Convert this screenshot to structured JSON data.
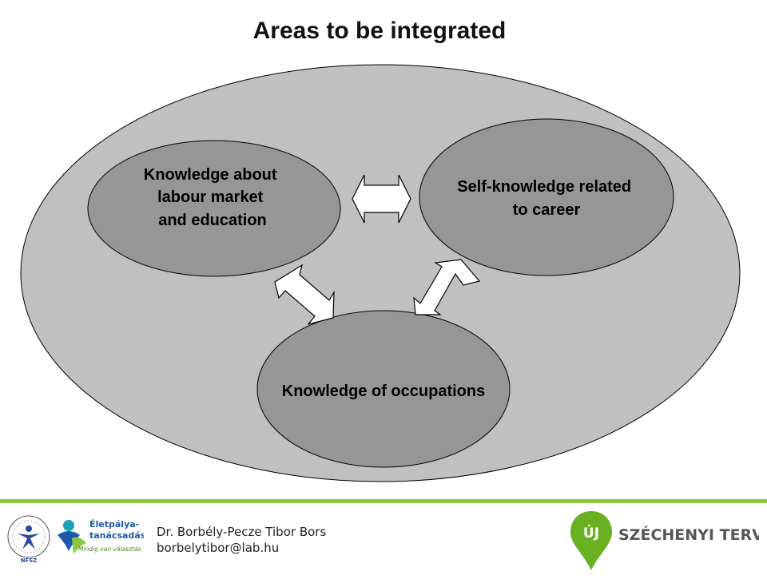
{
  "slide": {
    "title": "Areas to be integrated"
  },
  "diagram": {
    "nodes": [
      {
        "id": "labour",
        "lines": [
          "Knowledge about",
          "labour market",
          "and education"
        ]
      },
      {
        "id": "self",
        "lines": [
          "Self-knowledge related",
          "to career"
        ]
      },
      {
        "id": "occupations",
        "lines": [
          "Knowledge of occupations"
        ]
      }
    ],
    "connections": [
      {
        "from": "labour",
        "to": "self",
        "style": "double-arrow"
      },
      {
        "from": "labour",
        "to": "occupations",
        "style": "double-arrow"
      },
      {
        "from": "self",
        "to": "occupations",
        "style": "double-arrow"
      }
    ],
    "colors": {
      "outer_fill": "#c0c0c0",
      "node_fill": "#969696",
      "arrow_fill": "#ffffff",
      "stroke": "#000000"
    }
  },
  "footer": {
    "author_name": "Dr. Borbély-Pecze Tibor Bors",
    "author_email": "borbelytibor@lab.hu",
    "accent_color": "#8dc63f",
    "logos": {
      "nfsz": {
        "icon": "nfsz-seal-logo",
        "label": "NFSZ"
      },
      "eletpalya": {
        "icon": "eletpalya-logo",
        "title_line1": "Életpálya-",
        "title_line2": "tanácsadás",
        "tagline": "Mindig van választás"
      },
      "szechenyi": {
        "icon": "szechenyi-terv-logo",
        "badge": "ÚJ",
        "wordmark": "SZÉCHENYI TERV",
        "color": "#6ab023"
      }
    }
  }
}
